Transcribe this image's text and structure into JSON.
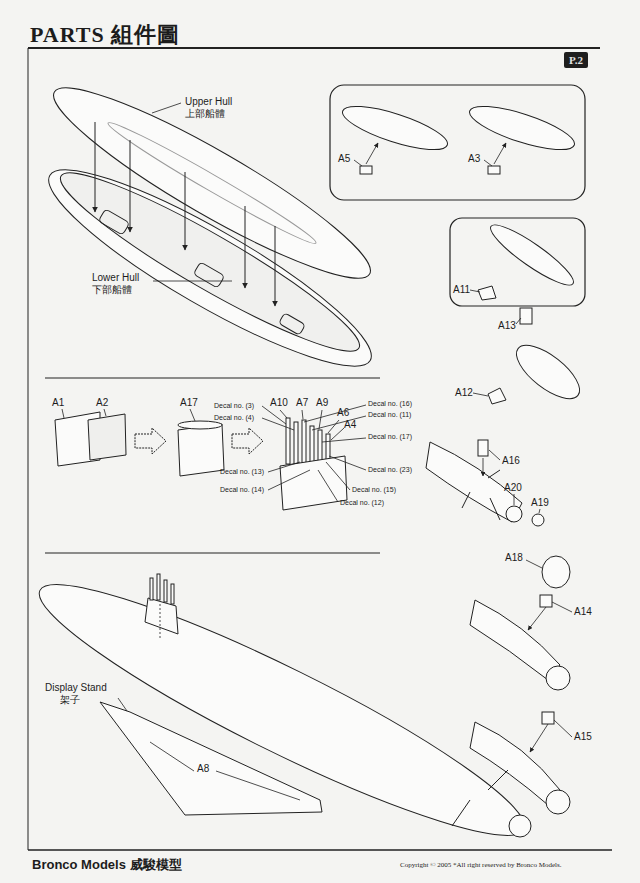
{
  "diagram": {
    "title": "PARTS 組件圖",
    "nodes": [
      {
        "text": [
          "P.2"
        ]
      }
    ],
    "labels": [
      "Upper Hull",
      "上部船體",
      "Lower Hull",
      "下部船體",
      "A5",
      "A3",
      "A11",
      "A13",
      "A12",
      "A1",
      "A2",
      "A17",
      "A10",
      "A7",
      "A9",
      "A6",
      "A4",
      "Decal no. (3)",
      "Decal no. (4)",
      "Decal no. (13)",
      "Decal no. (14)",
      "Decal no. (16)",
      "Decal no. (11)",
      "Decal no. (17)",
      "Decal no. (23)",
      "Decal no. (15)",
      "Decal no. (12)",
      "A16",
      "A20",
      "A19",
      "A18",
      "A14",
      "A15",
      "Display Stand",
      "架子",
      "A8",
      "Bronco Models 威駿模型",
      "Copyright © 2005 *All right reserved by Bronco Models."
    ]
  }
}
